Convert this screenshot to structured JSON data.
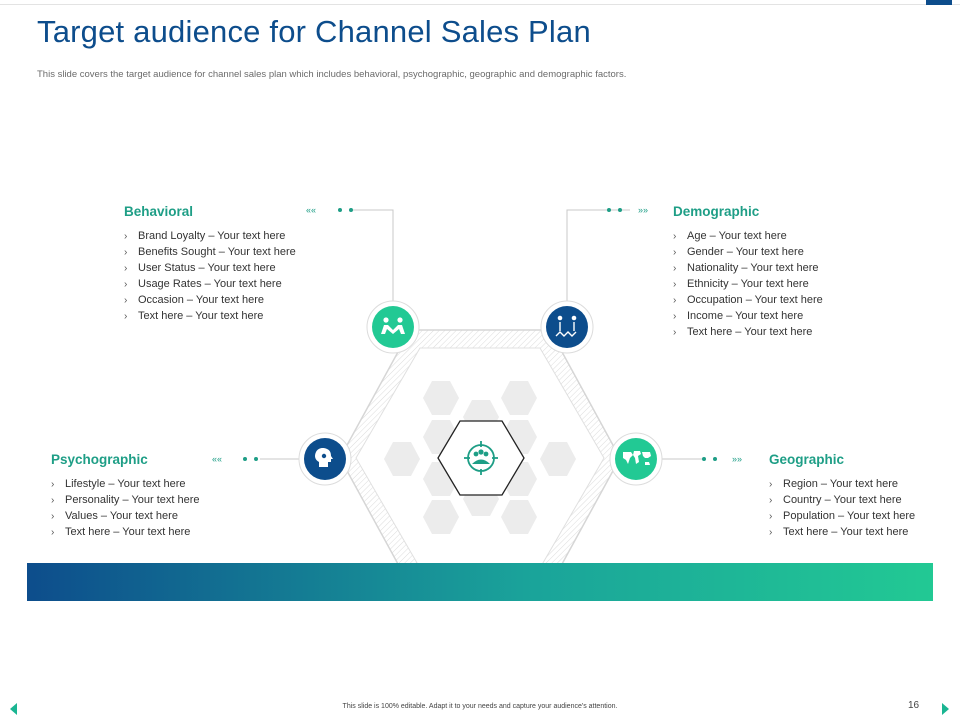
{
  "slide": {
    "title": "Target audience for Channel Sales Plan",
    "subtitle": "This slide covers the target  audience for channel sales plan which includes behavioral, psychographic, geographic and demographic factors.",
    "footer": "This slide is 100% editable. Adapt it to your needs and capture your audience's attention.",
    "page_number": "16"
  },
  "colors": {
    "navy": "#0d4d8c",
    "teal": "#1e9e86",
    "green": "#22c994"
  },
  "segments": {
    "behavioral": {
      "heading": "Behavioral",
      "icon": "handshake-icon",
      "items": [
        "Brand Loyalty – Your text here",
        "Benefits Sought – Your text here",
        "User Status  – Your text here",
        "Usage Rates – Your text here",
        "Occasion – Your text here",
        "Text here – Your text here"
      ]
    },
    "demographic": {
      "heading": "Demographic",
      "icon": "people-exchange-icon",
      "items": [
        "Age – Your text here",
        "Gender – Your text here",
        "Nationality – Your text here",
        "Ethnicity – Your text here",
        "Occupation – Your text here",
        "Income – Your text here",
        "Text here – Your text here"
      ]
    },
    "psychographic": {
      "heading": "Psychographic",
      "icon": "head-brain-icon",
      "items": [
        "Lifestyle – Your text here",
        "Personality – Your text here",
        "Values – Your text here",
        "Text here – Your text here"
      ]
    },
    "geographic": {
      "heading": "Geographic",
      "icon": "world-map-icon",
      "items": [
        "Region – Your text here",
        "Country – Your text here",
        "Population – Your text here",
        "Text here – Your text here"
      ]
    }
  },
  "center_icon": "target-audience-icon"
}
